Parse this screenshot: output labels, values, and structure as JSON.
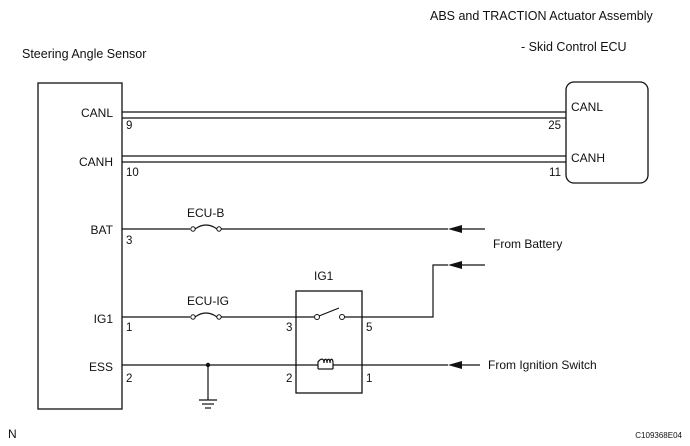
{
  "header": {
    "assembly_line1": "ABS and TRACTION Actuator Assembly",
    "assembly_line2": "- Skid Control ECU",
    "sensor_title": "Steering Angle Sensor"
  },
  "sensor_terminals": [
    {
      "name": "CANL",
      "pin": "9"
    },
    {
      "name": "CANH",
      "pin": "10"
    },
    {
      "name": "BAT",
      "pin": "3"
    },
    {
      "name": "IG1",
      "pin": "1"
    },
    {
      "name": "ESS",
      "pin": "2"
    }
  ],
  "ecu_terminals": [
    {
      "name": "CANL",
      "pin": "25"
    },
    {
      "name": "CANH",
      "pin": "11"
    }
  ],
  "fuses": {
    "ecu_b": "ECU-B",
    "ecu_ig": "ECU-IG"
  },
  "relay": {
    "name": "IG1",
    "pin_switch_in": "3",
    "pin_switch_out": "5",
    "pin_coil_in": "2",
    "pin_coil_out": "1"
  },
  "sources": {
    "battery": "From Battery",
    "ignition": "From Ignition Switch"
  },
  "corner_left": "N",
  "figure_code": "C109368E04"
}
